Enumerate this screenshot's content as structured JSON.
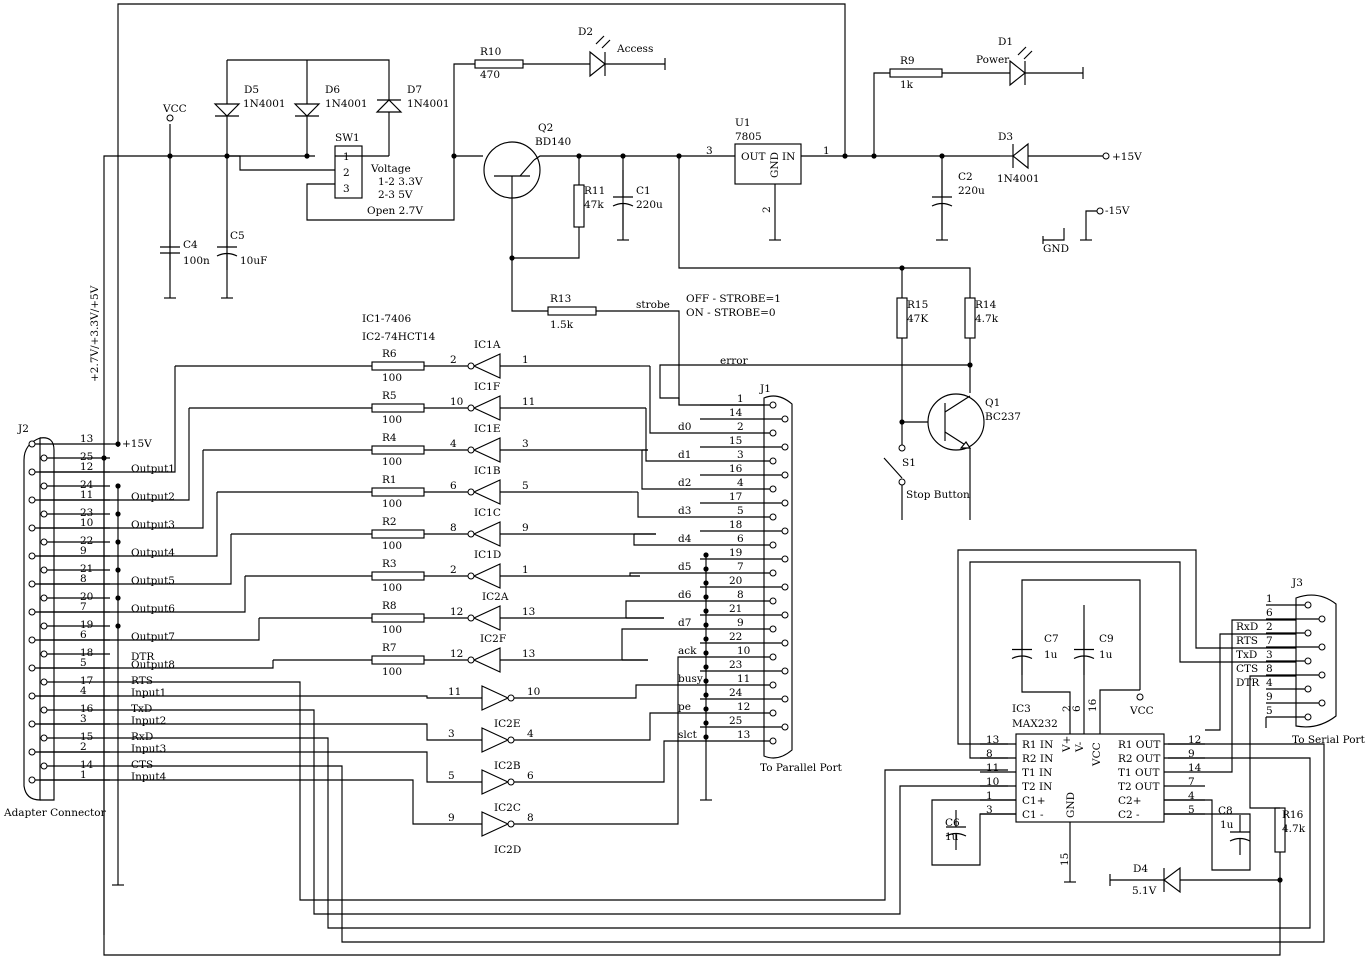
{
  "components": {
    "D1": {
      "ref": "D1",
      "label": "Power"
    },
    "D2": {
      "ref": "D2",
      "label": "Access"
    },
    "D3": {
      "ref": "D3",
      "value": "1N4001"
    },
    "D4": {
      "ref": "D4",
      "value": "5.1V"
    },
    "D5": {
      "ref": "D5",
      "value": "1N4001"
    },
    "D6": {
      "ref": "D6",
      "value": "1N4001"
    },
    "D7": {
      "ref": "D7",
      "value": "1N4001"
    },
    "R1": {
      "ref": "R1",
      "value": "100"
    },
    "R2": {
      "ref": "R2",
      "value": "100"
    },
    "R3": {
      "ref": "R3",
      "value": "100"
    },
    "R4": {
      "ref": "R4",
      "value": "100"
    },
    "R5": {
      "ref": "R5",
      "value": "100"
    },
    "R6": {
      "ref": "R6",
      "value": "100"
    },
    "R7": {
      "ref": "R7",
      "value": "100"
    },
    "R8": {
      "ref": "R8",
      "value": "100"
    },
    "R9": {
      "ref": "R9",
      "value": "1k"
    },
    "R10": {
      "ref": "R10",
      "value": "470"
    },
    "R11": {
      "ref": "R11",
      "value": "47k"
    },
    "R13": {
      "ref": "R13",
      "value": "1.5k"
    },
    "R14": {
      "ref": "R14",
      "value": "4.7k"
    },
    "R15": {
      "ref": "R15",
      "value": "47K"
    },
    "R16": {
      "ref": "R16",
      "value": "4.7k"
    },
    "C1": {
      "ref": "C1",
      "value": "220u"
    },
    "C2": {
      "ref": "C2",
      "value": "220u"
    },
    "C4": {
      "ref": "C4",
      "value": "100n"
    },
    "C5": {
      "ref": "C5",
      "value": "10uF"
    },
    "C6": {
      "ref": "C6",
      "value": "1u"
    },
    "C7": {
      "ref": "C7",
      "value": "1u"
    },
    "C8": {
      "ref": "C8",
      "value": "1u"
    },
    "C9": {
      "ref": "C9",
      "value": "1u"
    },
    "Q1": {
      "ref": "Q1",
      "value": "BC237"
    },
    "Q2": {
      "ref": "Q2",
      "value": "BD140"
    },
    "U1": {
      "ref": "U1",
      "value": "7805",
      "pin_out": "OUT",
      "pin_gnd": "GND",
      "pin_in": "IN"
    },
    "SW1": {
      "ref": "SW1"
    },
    "S1": {
      "ref": "S1",
      "label": "Stop Button"
    },
    "IC3": {
      "ref": "IC3",
      "value": "MAX232"
    }
  },
  "notes": {
    "ic1": "IC1-7406",
    "ic2": "IC2-74HCT14",
    "sw_voltage": "Voltage",
    "sw_12": "1-2  3.3V",
    "sw_23": "2-3  5V",
    "sw_open": "Open  2.7V",
    "strobe_off": "OFF - STROBE=1",
    "strobe_on": "ON - STROBE=0",
    "supply_side": "+2.7V/+3.3V/+5V"
  },
  "rails": {
    "vcc": "VCC",
    "vcc2": "VCC",
    "p15": "+15V",
    "p15_j2": "+15V",
    "m15": "-15V",
    "gnd": "GND"
  },
  "nets": {
    "strobe": "strobe",
    "error": "error",
    "d0": "d0",
    "d1": "d1",
    "d2": "d2",
    "d3": "d3",
    "d4": "d4",
    "d5": "d5",
    "d6": "d6",
    "d7": "d7",
    "ack": "ack",
    "busy": "busy",
    "pe": "pe",
    "slct": "slct"
  },
  "connectors": {
    "J1": {
      "ref": "J1",
      "caption": "To Parallel Port",
      "pins_left": [
        "1",
        "2",
        "3",
        "4",
        "5",
        "6",
        "7",
        "8",
        "9",
        "10",
        "11",
        "12",
        "13"
      ],
      "pins_right": [
        "14",
        "15",
        "16",
        "17",
        "18",
        "19",
        "20",
        "21",
        "22",
        "23",
        "24",
        "25"
      ]
    },
    "J2": {
      "ref": "J2",
      "caption": "Adapter Connector",
      "pins_left": [
        "13",
        "12",
        "11",
        "10",
        "9",
        "8",
        "7",
        "6",
        "5",
        "4",
        "3",
        "2",
        "1"
      ],
      "pins_right": [
        "25",
        "24",
        "23",
        "22",
        "21",
        "20",
        "19",
        "18",
        "17",
        "16",
        "15",
        "14"
      ]
    },
    "J3": {
      "ref": "J3",
      "caption": "To Serial Port",
      "pins_left": [
        "1",
        "2",
        "3",
        "4",
        "5"
      ],
      "pins_right": [
        "6",
        "7",
        "8",
        "9"
      ]
    }
  },
  "signals": {
    "output1": "Output1",
    "output2": "Output2",
    "output3": "Output3",
    "output4": "Output4",
    "output5": "Output5",
    "output6": "Output6",
    "output7": "Output7",
    "output8": "Output8",
    "input1": "Input1",
    "input2": "Input2",
    "input3": "Input3",
    "input4": "Input4",
    "dtr": "DTR",
    "rts": "RTS",
    "txd": "TxD",
    "rxd": "RxD",
    "cts": "CTS"
  },
  "serial_labels": {
    "rxd": "RxD",
    "rts": "RTS",
    "txd": "TxD",
    "cts": "CTS",
    "dtr": "DTR"
  },
  "gates": {
    "IC1A": {
      "ref": "IC1A",
      "in": "2",
      "out": "1"
    },
    "IC1F": {
      "ref": "IC1F",
      "in": "12",
      "out": "13"
    },
    "IC1E": {
      "ref": "IC1E",
      "in": "10",
      "out": "11"
    },
    "IC1B": {
      "ref": "IC1B",
      "in": "4",
      "out": "3"
    },
    "IC1C": {
      "ref": "IC1C",
      "in": "6",
      "out": "5"
    },
    "IC1D": {
      "ref": "IC1D",
      "in": "8",
      "out": "9"
    },
    "IC2A": {
      "ref": "IC2A",
      "in": "2",
      "out": "1"
    },
    "IC2F": {
      "ref": "IC2F",
      "in": "12",
      "out": "13"
    },
    "IC2E": {
      "ref": "IC2E",
      "in": "11",
      "out": "10"
    },
    "IC2B": {
      "ref": "IC2B",
      "in": "3",
      "out": "4"
    },
    "IC2C": {
      "ref": "IC2C",
      "in": "5",
      "out": "6"
    },
    "IC2D": {
      "ref": "IC2D",
      "in": "9",
      "out": "8"
    }
  },
  "max232": {
    "left_pins": [
      "R1 IN",
      "R2 IN",
      "T1 IN",
      "T2 IN",
      "C1+",
      "C1 -"
    ],
    "right_pins": [
      "R1 OUT",
      "R2 OUT",
      "T1 OUT",
      "T2 OUT",
      "C2+",
      "C2 -"
    ],
    "left_nums": [
      "13",
      "8",
      "11",
      "10",
      "1",
      "3"
    ],
    "right_nums": [
      "12",
      "9",
      "14",
      "7",
      "4",
      "5"
    ],
    "top_pins": [
      "V+",
      "V-",
      "VCC"
    ],
    "top_nums": [
      "2",
      "6",
      "16"
    ],
    "gnd": "GND",
    "gnd_num": "15"
  },
  "u1_pins": {
    "p3": "3",
    "p1": "1",
    "p2": "2"
  },
  "sw1_pins": [
    "1",
    "2",
    "3"
  ]
}
